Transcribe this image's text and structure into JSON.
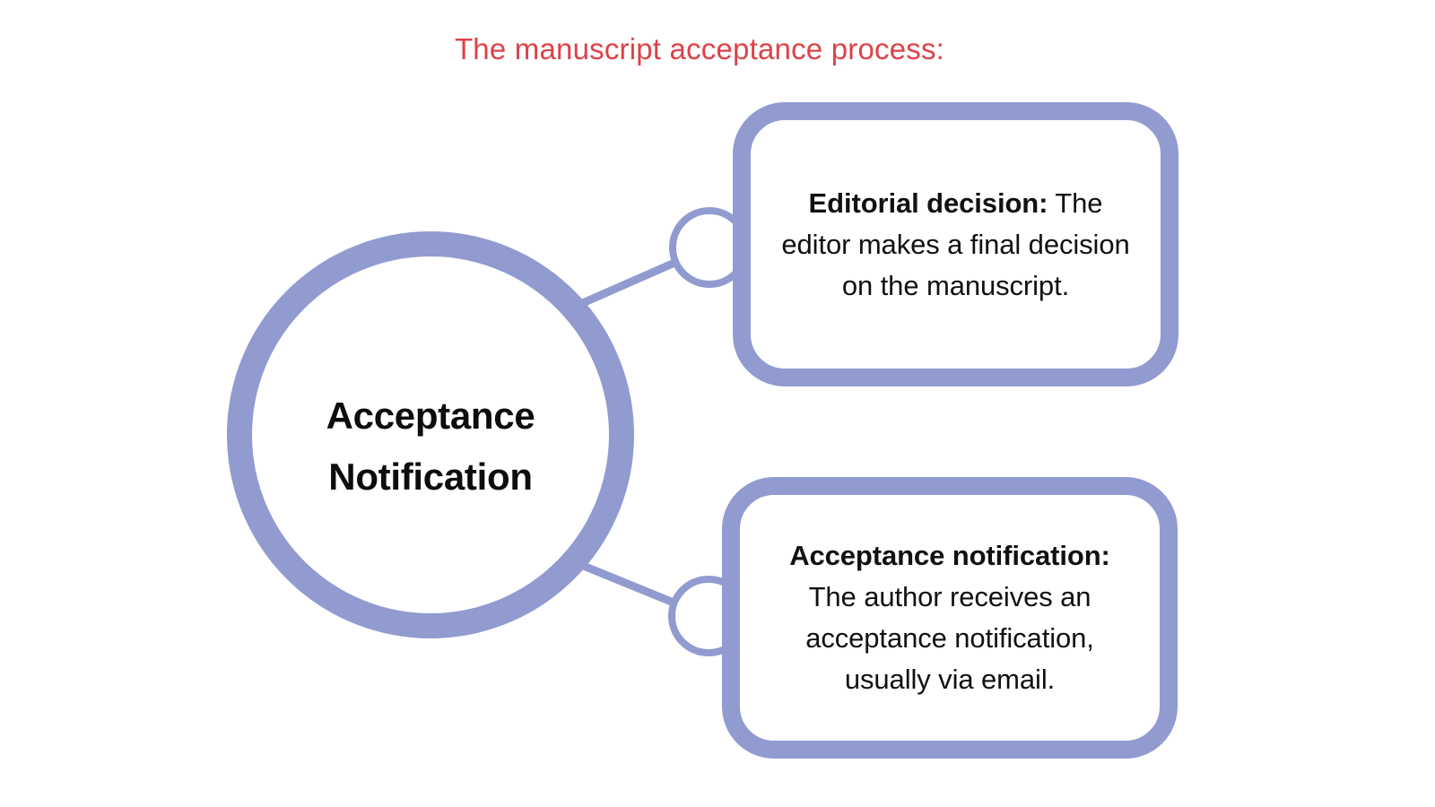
{
  "title": "The manuscript acceptance process:",
  "colors": {
    "title_red": "#dd4248",
    "accent_purple": "#919bd0",
    "text_black": "#111111",
    "background": "#ffffff"
  },
  "hub": {
    "line1": "Acceptance",
    "line2": "Notification"
  },
  "callouts": [
    {
      "id": "editorial-decision",
      "heading": "Editorial decision:",
      "body": " The editor makes a final decision on the manuscript."
    },
    {
      "id": "acceptance-notification",
      "heading": "Acceptance notification:",
      "body": " The author receives an acceptance notification, usually via email."
    }
  ],
  "nodes": [
    {
      "id": "connector-node-1"
    },
    {
      "id": "connector-node-2"
    }
  ]
}
